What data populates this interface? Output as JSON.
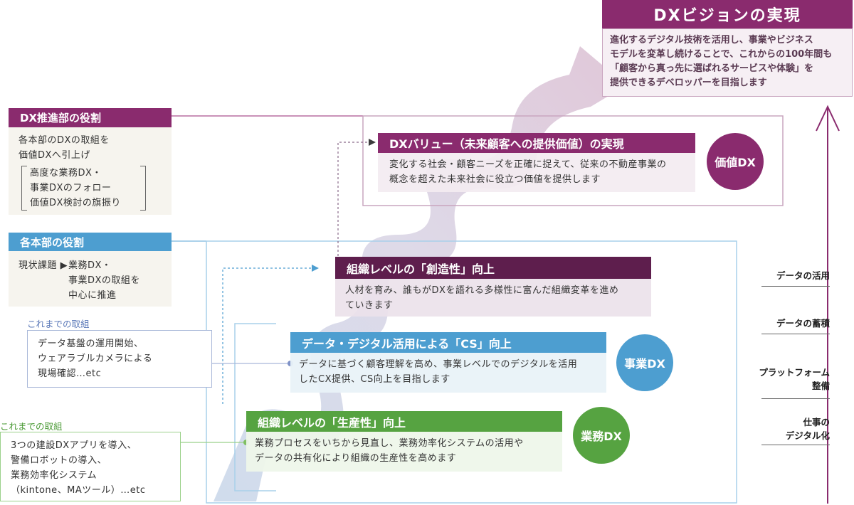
{
  "vision": {
    "title": "DXビジョンの実現",
    "lines": [
      "進化するデジタル技術を活用し、事業やビジネス",
      "モデルを変革し続けることで、これからの100年間も",
      "「顧客から真っ先に選ばれるサービスや体験」を",
      "提供できるデベロッパーを目指します"
    ]
  },
  "dx_dept": {
    "title": "DX推進部の役割",
    "lines": [
      "各本部のDXの取組を",
      "価値DXへ引上げ"
    ],
    "sub_lines": [
      "高度な業務DX・",
      "事業DXのフォロー",
      "価値DX検討の旗振り"
    ]
  },
  "business_units": {
    "title": "各本部の役割",
    "label": "現状課題 ▶",
    "lines": [
      "業務DX・",
      "事業DXの取組を",
      "中心に推進"
    ]
  },
  "past_efforts_data": {
    "caption": "これまでの取組",
    "lines": [
      "データ基盤の運用開始、",
      "ウェアラブルカメラによる",
      "現場確認…etc"
    ]
  },
  "past_efforts_ops": {
    "caption": "これまでの取組",
    "lines": [
      "3つの建設DXアプリを導入、",
      "警備ロボットの導入、",
      "業務効率化システム",
      "（kintone、MAツール）…etc"
    ]
  },
  "value_dx": {
    "title": "DXバリュー（未来顧客への提供価値）の実現",
    "lines": [
      "変化する社会・顧客ニーズを正確に捉えて、従来の不動産事業の",
      "概念を超えた未来社会に役立つ価値を提供します"
    ],
    "badge": "価値DX"
  },
  "creativity": {
    "title": "組織レベルの「創造性」向上",
    "lines": [
      "人材を育み、誰もがDXを語れる多様性に富んだ組織変革を進め",
      "ていきます"
    ]
  },
  "cs": {
    "title": "データ・デジタル活用による「CS」向上",
    "lines": [
      "データに基づく顧客理解を高め、事業レベルでのデジタルを活用",
      "したCX提供、CS向上を目指します"
    ],
    "badge": "事業DX"
  },
  "productivity": {
    "title": "組織レベルの「生産性」向上",
    "lines": [
      "業務プロセスをいちから見直し、業務効率化システムの活用や",
      "データの共有化により組織の生産性を高めます"
    ],
    "badge": "業務DX"
  },
  "axis_levels": [
    {
      "label": "データの活用"
    },
    {
      "label": "データの蓄積"
    },
    {
      "label": "プラットフォーム\n整備"
    },
    {
      "label": "仕事の\nデジタル化"
    }
  ],
  "colors": {
    "plum": "#8a2b6e",
    "dark_plum": "#5e1e4d",
    "sky": "#4d9ed0",
    "green": "#56a341",
    "pale_plum": "#f3ebf1",
    "pale_sky": "#e9f2f8",
    "pale_green": "#eef6ea"
  }
}
